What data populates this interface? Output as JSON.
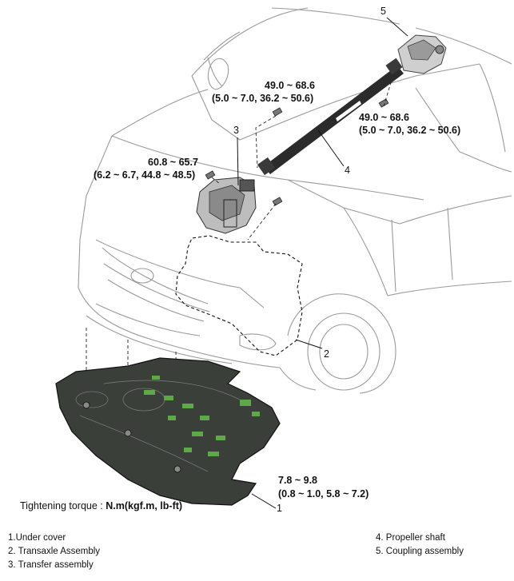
{
  "torques": {
    "t_top": {
      "line1": "49.0 ~ 68.6",
      "line2": "(5.0 ~ 7.0, 36.2 ~ 50.6)"
    },
    "t_right": {
      "line1": "49.0 ~ 68.6",
      "line2": "(5.0 ~ 7.0, 36.2 ~ 50.6)"
    },
    "t_transfer": {
      "line1": "60.8 ~ 65.7",
      "line2": "(6.2 ~ 6.7, 44.8 ~ 48.5)"
    },
    "t_undercover": {
      "line1": "7.8 ~ 9.8",
      "line2": "(0.8 ~ 1.0, 5.8 ~ 7.2)"
    }
  },
  "callouts": {
    "n1": "1",
    "n2": "2",
    "n3": "3",
    "n4": "4",
    "n5": "5"
  },
  "tightening": {
    "prefix": "Tightening torque : ",
    "unit": "N.m(kgf.m, lb-ft)"
  },
  "legend": {
    "left": [
      "1.Under cover",
      "2. Transaxle Assembly",
      "3. Transfer assembly"
    ],
    "right": [
      "4. Propeller shaft",
      "5. Coupling assembly"
    ]
  }
}
